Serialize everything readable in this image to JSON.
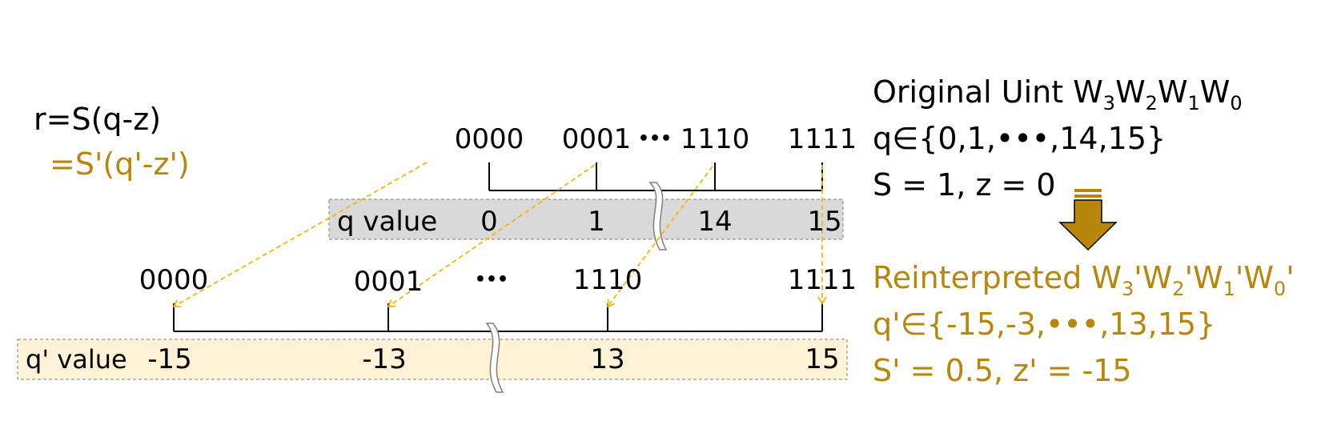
{
  "formula": {
    "line1": "r=S(q-z)",
    "line2": "=S'(q'-z')"
  },
  "top_axis": {
    "row_label": "q value",
    "ticks": [
      {
        "code": "0000",
        "value": "0"
      },
      {
        "code": "0001",
        "value": "1"
      },
      {
        "code": "1110",
        "value": "14"
      },
      {
        "code": "1111",
        "value": "15"
      }
    ],
    "ellipsis": "•••"
  },
  "bottom_axis": {
    "row_label": "q' value",
    "ticks": [
      {
        "code": "0000",
        "value": "-15"
      },
      {
        "code": "0001",
        "value": "-13"
      },
      {
        "code": "1110",
        "value": "13"
      },
      {
        "code": "1111",
        "value": "15"
      }
    ],
    "ellipsis": "•••"
  },
  "original": {
    "title_prefix": "Original Uint ",
    "weights": [
      {
        "base": "W",
        "sub": "3"
      },
      {
        "base": "W",
        "sub": "2"
      },
      {
        "base": "W",
        "sub": "1"
      },
      {
        "base": "W",
        "sub": "0"
      }
    ],
    "range": "q∈{0,1,•••,14,15}",
    "params": "S = 1, z = 0"
  },
  "reinterpreted": {
    "title_prefix": "Reinterpreted ",
    "weights": [
      {
        "base": "W",
        "sub": "3",
        "suffix": "'"
      },
      {
        "base": "W",
        "sub": "2",
        "suffix": "'"
      },
      {
        "base": "W",
        "sub": "1",
        "suffix": "'"
      },
      {
        "base": "W",
        "sub": "0",
        "suffix": "'"
      }
    ],
    "range": "q'∈{-15,-3,•••,13,15}",
    "params": "S' = 0.5, z' = -15"
  },
  "colors": {
    "text": "#000000",
    "accent": "#b8860b",
    "dashed": "#f2b705",
    "top_band": "#d9d9d9",
    "bottom_band": "#fdf2d6",
    "arrow_fill": "#b8860b"
  }
}
